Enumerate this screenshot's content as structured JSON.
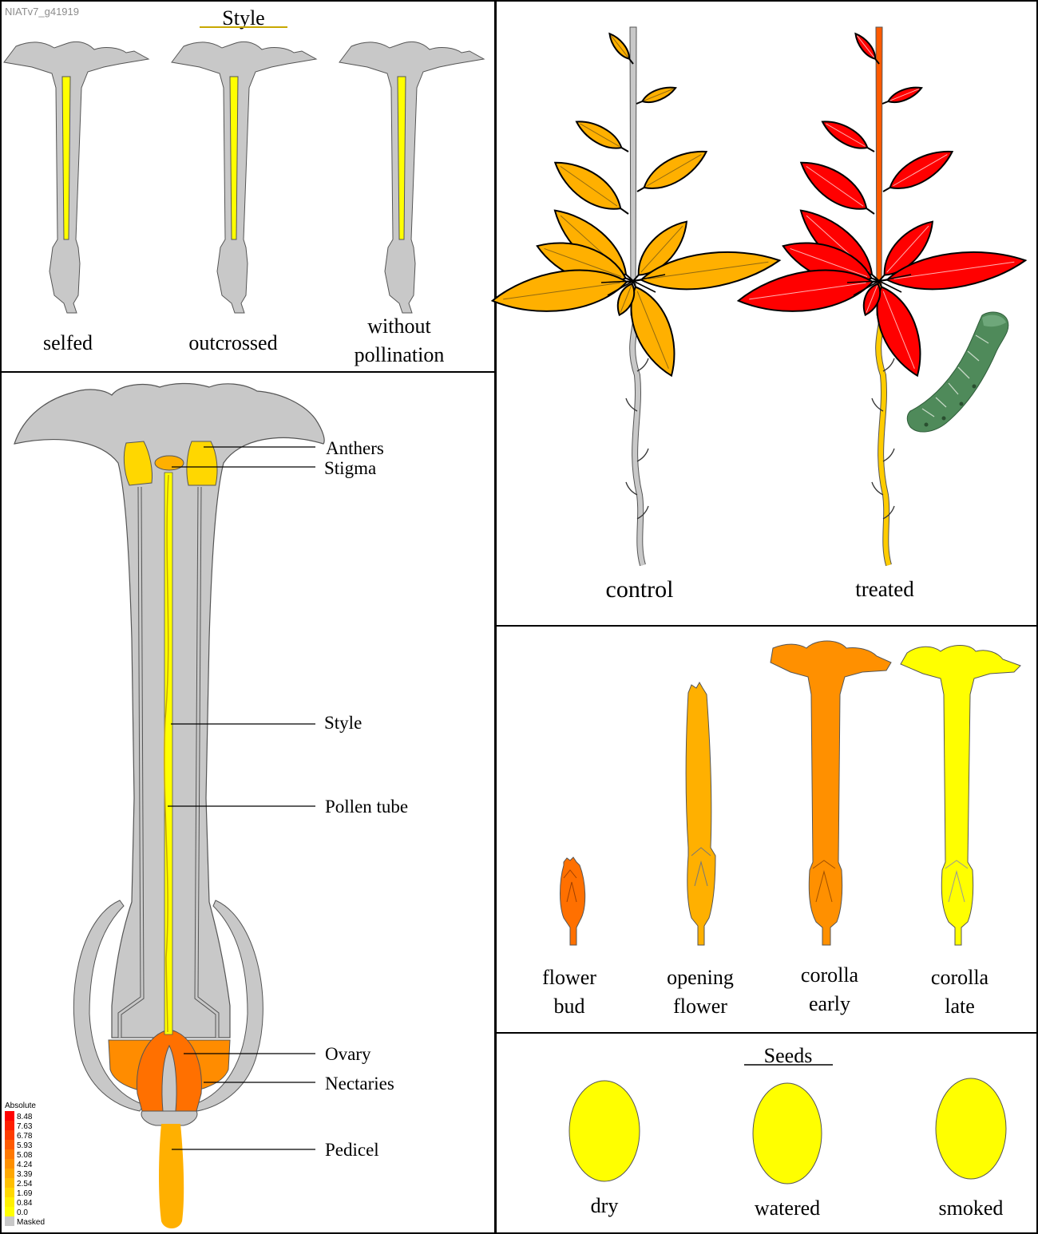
{
  "gene_id": "NIATv7_g41919",
  "colors": {
    "masked": "#c8c8c8",
    "low": "#ffff00",
    "mid": "#ffb000",
    "orange": "#ff8c00",
    "deep_orange": "#ff7000",
    "high": "#ff0000"
  },
  "style_panel": {
    "title": "Style",
    "samples": [
      {
        "label": "selfed",
        "level": "low"
      },
      {
        "label": "outcrossed",
        "level": "low"
      },
      {
        "label_line1": "without",
        "label_line2": "pollination",
        "level": "low"
      }
    ]
  },
  "plant_panel": {
    "samples": [
      {
        "label": "control",
        "leaf_level": "orange"
      },
      {
        "label": "treated",
        "leaf_level": "high"
      }
    ]
  },
  "flower_panel": {
    "labels": {
      "anthers": "Anthers",
      "stigma": "Stigma",
      "style": "Style",
      "pollen_tube": "Pollen tube",
      "ovary": "Ovary",
      "nectaries": "Nectaries",
      "pedicel": "Pedicel"
    }
  },
  "stages_panel": {
    "stages": [
      {
        "line1": "flower",
        "line2": "bud"
      },
      {
        "line1": "opening",
        "line2": "flower"
      },
      {
        "line1": "corolla",
        "line2": "early"
      },
      {
        "line1": "corolla",
        "line2": "late"
      }
    ]
  },
  "seeds_panel": {
    "title": "Seeds",
    "samples": [
      {
        "label": "dry",
        "level": "low"
      },
      {
        "label": "watered",
        "level": "low"
      },
      {
        "label": "smoked",
        "level": "low"
      }
    ]
  },
  "legend": {
    "title": "Absolute",
    "values": [
      "8.48",
      "7.63",
      "6.78",
      "5.93",
      "5.08",
      "4.24",
      "3.39",
      "2.54",
      "1.69",
      "0.84",
      "0.0"
    ],
    "masked_label": "Masked",
    "colors": [
      "#ff0000",
      "#ff1e00",
      "#ff3c00",
      "#ff5a00",
      "#ff7800",
      "#ff9000",
      "#ffa800",
      "#ffc000",
      "#ffd800",
      "#fff000",
      "#ffff00"
    ]
  }
}
